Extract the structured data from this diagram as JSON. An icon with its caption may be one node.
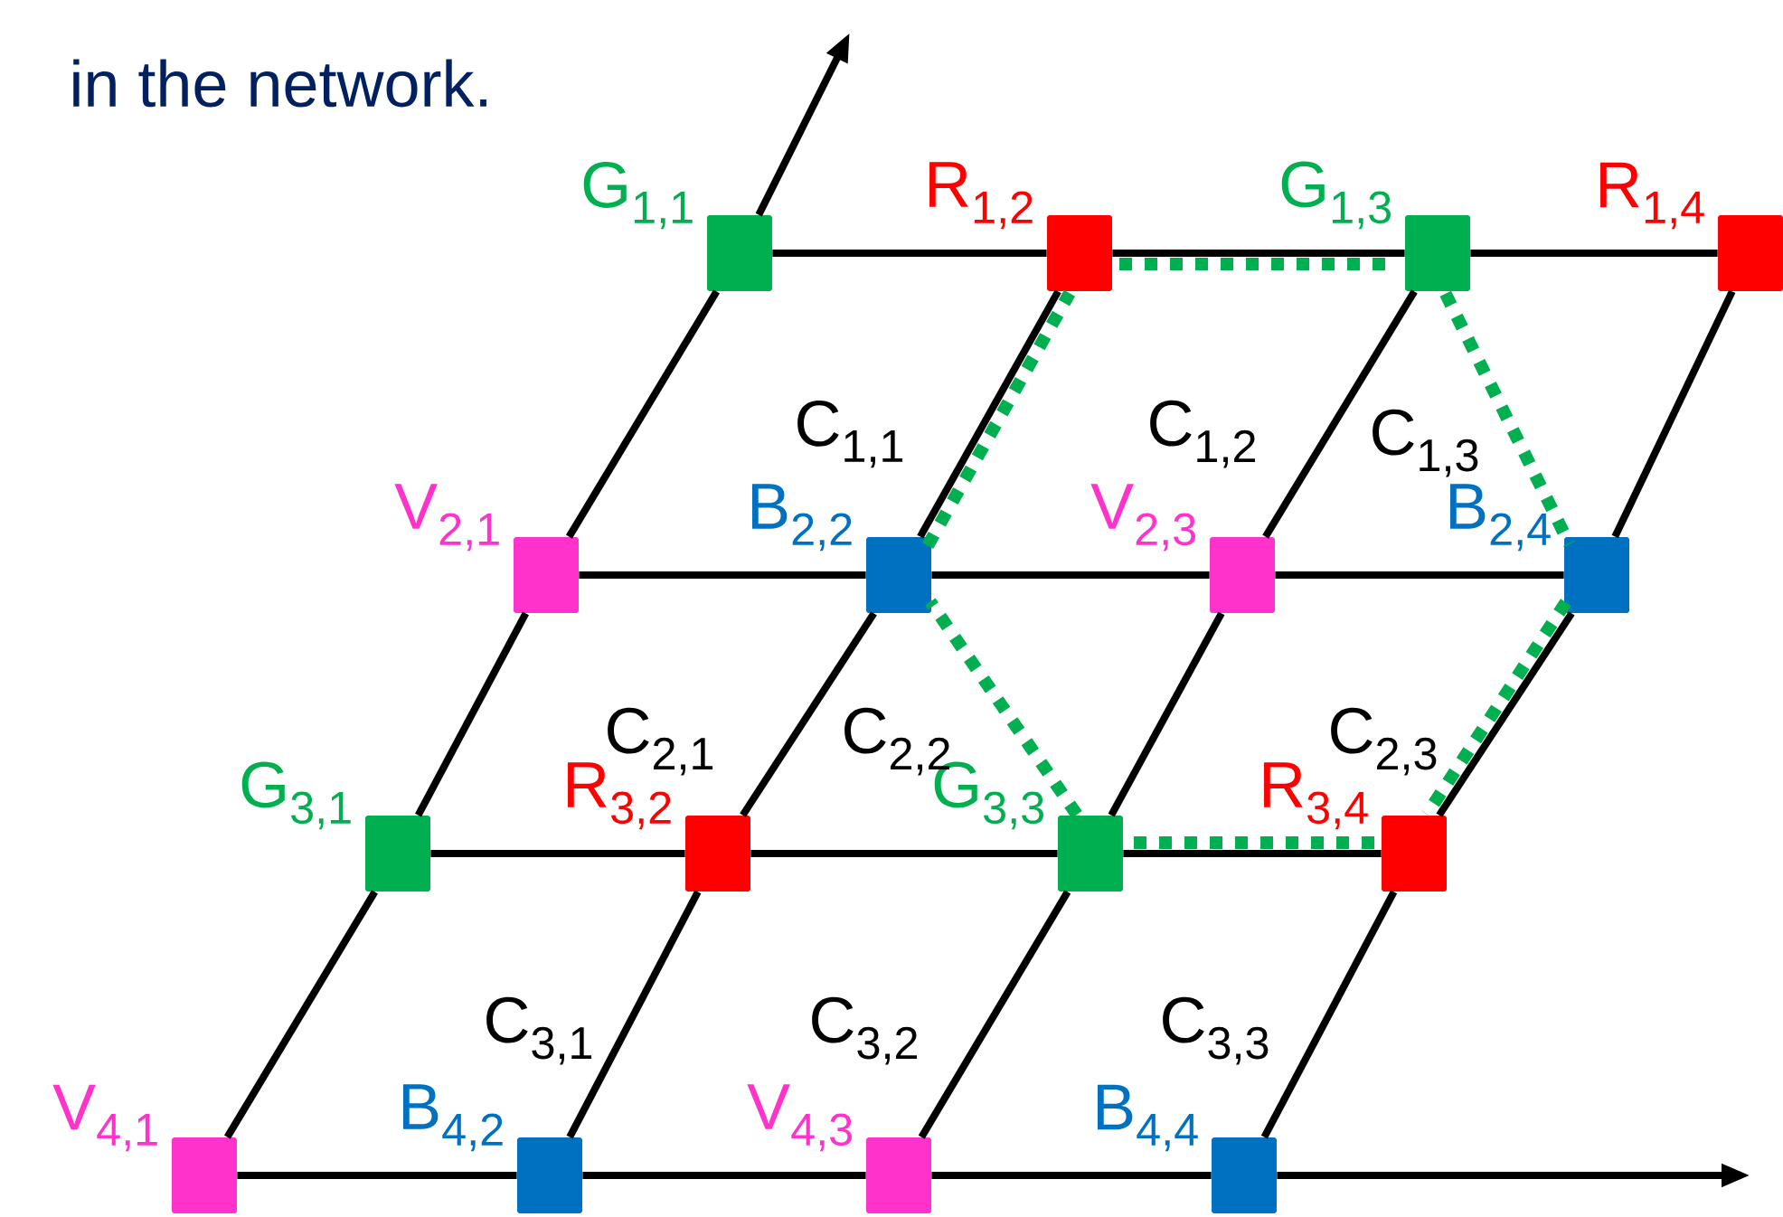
{
  "diagram": {
    "nodes": [
      {
        "text": [
          "G$_{1,1}$"
        ]
      },
      {
        "text": [
          "R$_{1,2}$"
        ]
      },
      {
        "text": [
          "G$_{1,3}$"
        ]
      },
      {
        "text": [
          "R$_{1,4}$"
        ]
      },
      {
        "text": [
          "V$_{2,1}$"
        ]
      },
      {
        "text": [
          "B$_{2,2}$"
        ]
      },
      {
        "text": [
          "V$_{2,3}$"
        ]
      },
      {
        "text": [
          "B$_{2,4}$"
        ]
      },
      {
        "text": [
          "G$_{3,1}$"
        ]
      },
      {
        "text": [
          "R$_{3,2}$"
        ]
      },
      {
        "text": [
          "G$_{3,3}$"
        ]
      },
      {
        "text": [
          "R$_{3,4}$"
        ]
      },
      {
        "text": [
          "V$_{4,1}$"
        ]
      },
      {
        "text": [
          "B$_{4,2}$"
        ]
      },
      {
        "text": [
          "V$_{4,3}$"
        ]
      },
      {
        "text": [
          "B$_{4,4}$"
        ]
      }
    ],
    "edges": [
      {
        "from": 0,
        "to": 1,
        "arrow": "none"
      },
      {
        "from": 1,
        "to": 2,
        "arrow": "none"
      },
      {
        "from": 2,
        "to": 3,
        "arrow": "none"
      },
      {
        "from": 4,
        "to": 5,
        "arrow": "none"
      },
      {
        "from": 5,
        "to": 6,
        "arrow": "none"
      },
      {
        "from": 6,
        "to": 7,
        "arrow": "none"
      },
      {
        "from": 8,
        "to": 9,
        "arrow": "none"
      },
      {
        "from": 9,
        "to": 10,
        "arrow": "none"
      },
      {
        "from": 10,
        "to": 11,
        "arrow": "none"
      },
      {
        "from": 12,
        "to": 13,
        "arrow": "none"
      },
      {
        "from": 13,
        "to": 14,
        "arrow": "none"
      },
      {
        "from": 14,
        "to": 15,
        "arrow": "none"
      },
      {
        "from": 15,
        "to": null,
        "arrow": "to"
      },
      {
        "from": 12,
        "to": 8,
        "arrow": "none"
      },
      {
        "from": 8,
        "to": 4,
        "arrow": "none"
      },
      {
        "from": 4,
        "to": 0,
        "arrow": "none"
      },
      {
        "from": 0,
        "to": null,
        "arrow": "to"
      },
      {
        "from": 13,
        "to": 9,
        "arrow": "none"
      },
      {
        "from": 9,
        "to": 5,
        "arrow": "none"
      },
      {
        "from": 5,
        "to": 1,
        "arrow": "none"
      },
      {
        "from": 14,
        "to": 10,
        "arrow": "none"
      },
      {
        "from": 10,
        "to": 6,
        "arrow": "none"
      },
      {
        "from": 6,
        "to": 2,
        "arrow": "none"
      },
      {
        "from": 15,
        "to": 11,
        "arrow": "none"
      },
      {
        "from": 11,
        "to": 7,
        "arrow": "none"
      },
      {
        "from": 7,
        "to": 3,
        "arrow": "none"
      },
      {
        "from": 1,
        "to": 2,
        "arrow": "none",
        "style": "dashed",
        "color": "#00b050"
      },
      {
        "from": 2,
        "to": 7,
        "arrow": "none",
        "style": "dashed",
        "color": "#00b050"
      },
      {
        "from": 7,
        "to": 11,
        "arrow": "none",
        "style": "dashed",
        "color": "#00b050"
      },
      {
        "from": 11,
        "to": 10,
        "arrow": "none",
        "style": "dashed",
        "color": "#00b050"
      },
      {
        "from": 10,
        "to": 5,
        "arrow": "none",
        "style": "dashed",
        "color": "#00b050"
      },
      {
        "from": 5,
        "to": 1,
        "arrow": "none",
        "style": "dashed",
        "color": "#00b050"
      }
    ],
    "labels": [
      "in the network.",
      "C$_{1,1}$",
      "C$_{1,2}$",
      "C$_{1,3}$",
      "C$_{2,1}$",
      "C$_{2,2}$",
      "C$_{2,3}$",
      "C$_{3,1}$",
      "C$_{3,2}$",
      "C$_{3,3}$"
    ]
  }
}
